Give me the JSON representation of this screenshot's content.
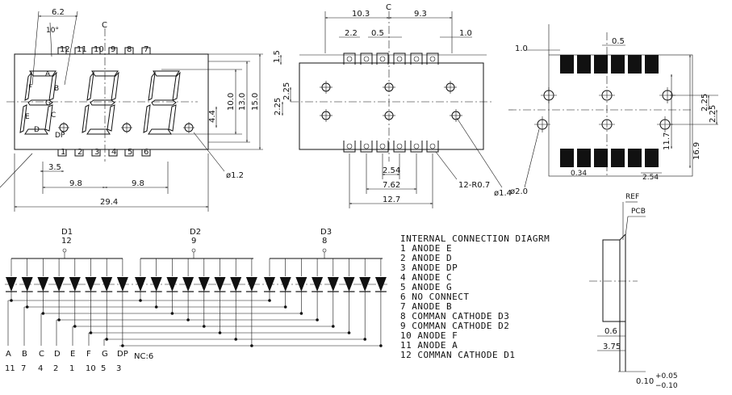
{
  "front_view": {
    "dims": {
      "segment_pitch": "6.2",
      "slant": "10°",
      "dp_offset": "3.5",
      "pitch_1": "9.8",
      "pitch_2": "9.8",
      "total_width": "29.4",
      "digit_height": "10.0",
      "body_height_13": "13.0",
      "body_height_15": "15.0",
      "dp_height": "4.4",
      "pin_dia": "ø1.2",
      "center_mark": "C"
    },
    "segment_labels": [
      "A",
      "B",
      "C",
      "D",
      "E",
      "F",
      "G",
      "DP"
    ],
    "pins_top": [
      "12",
      "11",
      "10",
      "9",
      "8",
      "7"
    ],
    "pins_bottom": [
      "1",
      "2",
      "3",
      "4",
      "5",
      "6"
    ]
  },
  "side_view": {
    "dims": {
      "left_width": "10.3",
      "right_width": "9.3",
      "pad_2_2": "2.2",
      "pad_0_5": "0.5",
      "pad_1_0": "1.0",
      "top_1_5": "1.5",
      "hole_2_25_a": "2.25",
      "hole_2_25_b": "2.25",
      "pitch_2_54": "2.54",
      "pitch_7_62": "7.62",
      "width_12_7": "12.7",
      "radius": "12-R0.7",
      "hole_1_4": "ø1.4",
      "center_mark": "C"
    }
  },
  "footprint": {
    "dims": {
      "left_1_0": "1.0",
      "top_0_5": "0.5",
      "right_2_25_a": "2.25",
      "right_2_25_b": "2.25",
      "height_11_7": "11.7",
      "height_16_9": "16.9",
      "pad_0_34": "0.34",
      "pad_2_54": "2.54",
      "hole_2_0": "ø2.0"
    }
  },
  "end_view": {
    "labels": {
      "ref": "REF",
      "pcb": "PCB"
    },
    "dims": {
      "d_0_6": "0.6",
      "d_3_75": "3.75",
      "tol_nom": "0.10",
      "tol_plus": "+0.05",
      "tol_minus": "−0.10"
    }
  },
  "schematic": {
    "digits": [
      {
        "name": "D1",
        "pin": "12"
      },
      {
        "name": "D2",
        "pin": "9"
      },
      {
        "name": "D3",
        "pin": "8"
      }
    ],
    "bus_labels": [
      "A",
      "B",
      "C",
      "D",
      "E",
      "F",
      "G",
      "DP"
    ],
    "bus_pins": [
      "11",
      "7",
      "4",
      "2",
      "1",
      "10",
      "5",
      "3"
    ],
    "nc_label": "NC:6"
  },
  "legend": {
    "title": "INTERNAL  CONNECTION  DIAGRM",
    "entries": [
      "1  ANODE  E",
      "2  ANODE  D",
      "3  ANODE  DP",
      "4  ANODE  C",
      "5  ANODE  G",
      "6  NO  CONNECT",
      "7  ANODE  B",
      "8  COMMAN  CATHODE  D3",
      "9  COMMAN  CATHODE  D2",
      "10  ANODE  F",
      "11  ANODE  A",
      "12  COMMAN  CATHODE  D1"
    ]
  }
}
